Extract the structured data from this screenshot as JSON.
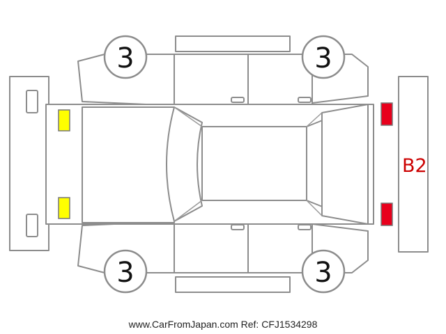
{
  "wheels": {
    "front_left": "3",
    "front_right": "3",
    "rear_left": "3",
    "rear_right": "3"
  },
  "rear_bumper_code": "B2",
  "colors": {
    "front_marker": "#ffff00",
    "rear_marker": "#e8001c",
    "code_text": "#cc0000",
    "outline": "#8c8c8c"
  },
  "footer": "www.CarFromJapan.com Ref: CFJ1534298"
}
